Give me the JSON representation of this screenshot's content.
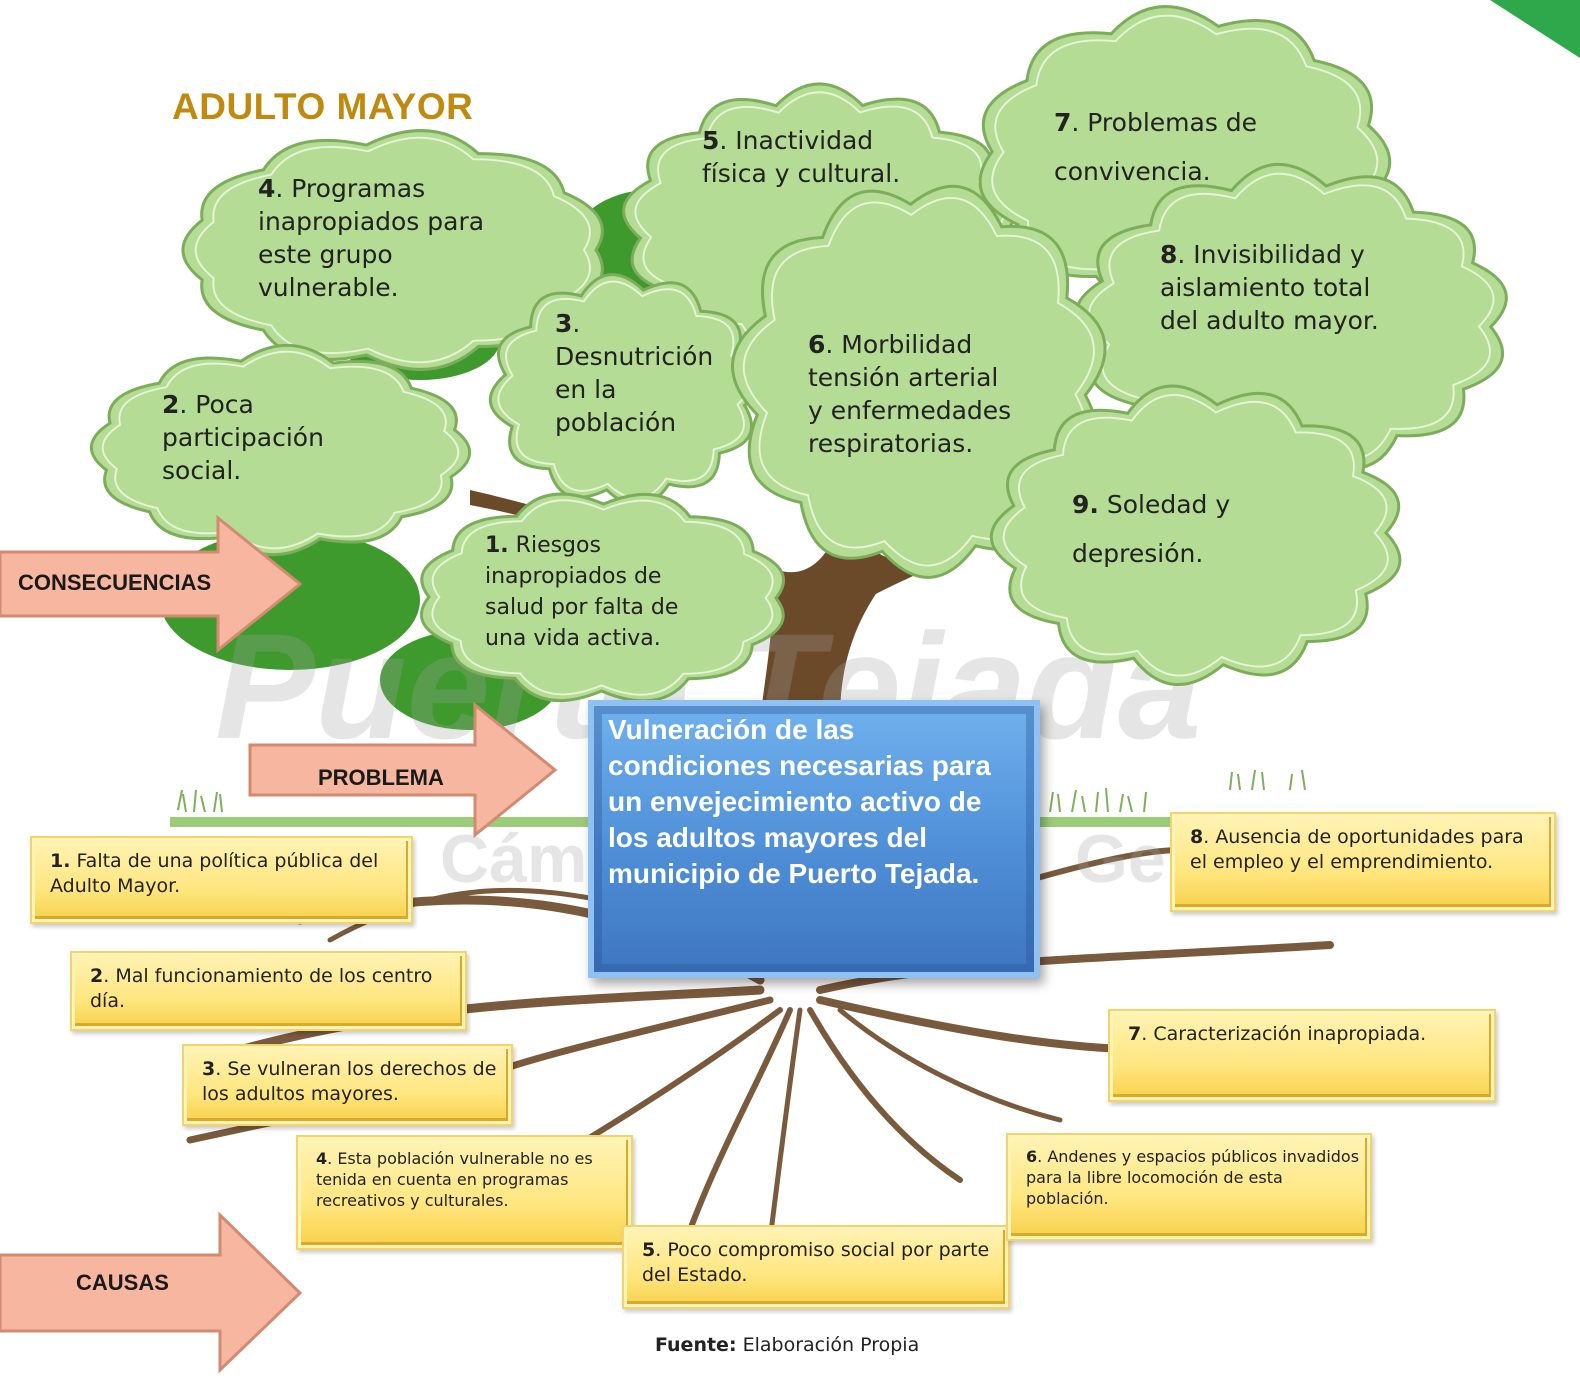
{
  "title": "ADULTO MAYOR",
  "watermark": {
    "line1": "Puerto Tejada",
    "line2_left": "Cám",
    "line2_right": "Gen"
  },
  "labels": {
    "consecuencias": "CONSECUENCIAS",
    "problema": "PROBLEMA",
    "causas": "CAUSAS"
  },
  "problem": "Vulneración de las condiciones necesarias para un envejecimiento activo  de los adultos mayores del municipio de Puerto Tejada.",
  "consequences": [
    {
      "num": "1.",
      "text": " Riesgos inapropiados de salud por falta de una vida activa."
    },
    {
      "num": "2",
      "text": ". Poca participación social."
    },
    {
      "num": "3",
      "text": ". Desnutrición en la población"
    },
    {
      "num": "4",
      "text": ". Programas inapropiados para este grupo vulnerable."
    },
    {
      "num": "5",
      "text": ".  Inactividad física y cultural."
    },
    {
      "num": "6",
      "text": ".  Morbilidad tensión arterial y enfermedades respiratorias."
    },
    {
      "num": "7",
      "text": ". Problemas de convivencia."
    },
    {
      "num": "8",
      "text": ". Invisibilidad  y aislamiento total del adulto mayor."
    },
    {
      "num": "9.",
      "text": " Soledad y depresión."
    }
  ],
  "causes": [
    {
      "num": "1.",
      "text": " Falta de una política pública del Adulto Mayor."
    },
    {
      "num": "2",
      "text": ". Mal funcionamiento de los centro día."
    },
    {
      "num": "3",
      "text": ". Se vulneran los derechos de los adultos mayores."
    },
    {
      "num": "4",
      "text": ". Esta población vulnerable no es tenida en cuenta en programas recreativos y culturales."
    },
    {
      "num": "5",
      "text": ". Poco compromiso social por parte del Estado."
    },
    {
      "num": "6",
      "text": ". Andenes y espacios públicos invadidos para la libre locomoción de esta población."
    },
    {
      "num": "7",
      "text": ". Caracterización inapropiada."
    },
    {
      "num": "8",
      "text": ". Ausencia de oportunidades para el empleo y el emprendimiento."
    }
  ],
  "source": {
    "label": "Fuente:",
    "text": " Elaboración Propia"
  },
  "colors": {
    "cloud_fill": "#b5dc95",
    "cloud_stroke": "#7cad5a",
    "foliage": "#3f9a2e",
    "trunk": "#6b4a2a",
    "roots": "#7a5a3c",
    "arrow_fill": "#f7b6a0",
    "arrow_stroke": "#d28a70",
    "title": "#c08a0f",
    "problem_box": "#4e8ed7",
    "cause_box": "#ffe680"
  }
}
